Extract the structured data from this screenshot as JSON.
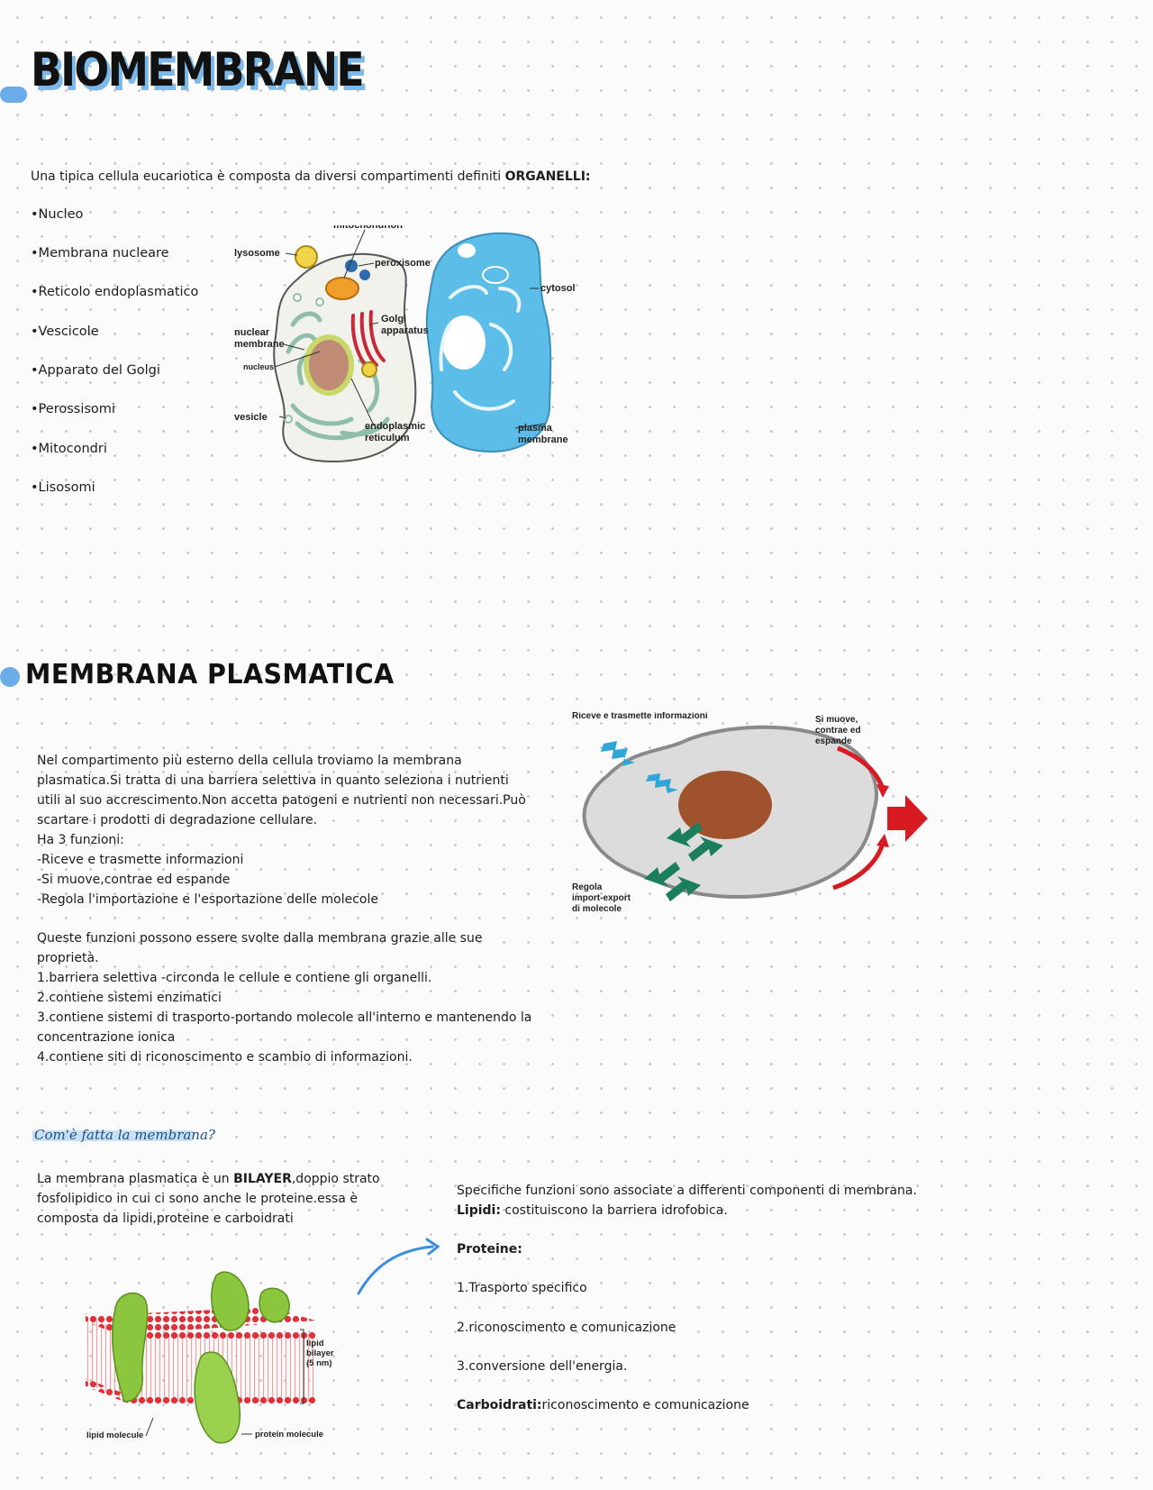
{
  "section1": {
    "title": "BIOMEMBRANE",
    "intro_prefix": "Una tipica cellula eucariotica è composta da diversi compartimenti definiti ",
    "intro_bold": "ORGANELLI:",
    "organelles": [
      "•Nucleo",
      "•Membrana nucleare",
      "•Reticolo endoplasmatico",
      "•Vescicole",
      "•Apparato del Golgi",
      "•Perossisomi",
      "•Mitocondri",
      "•Lisosomi"
    ],
    "diagram_labels": {
      "mitochondrion": "mitochondrion",
      "lysosome": "lysosome",
      "peroxisome": "peroxisome",
      "cytosol": "cytosol",
      "golgi_1": "Golgi",
      "golgi_2": "apparatus",
      "nuclear_1": "nuclear",
      "nuclear_2": "membrane",
      "nucleus": "nucleus",
      "vesicle": "vesicle",
      "er_1": "endoplasmic",
      "er_2": "reticulum",
      "plasma_1": "plasma",
      "plasma_2": "membrane"
    }
  },
  "section2": {
    "title": "MEMBRANA PLASMATICA",
    "para_lines": [
      "Nel compartimento più esterno della cellula troviamo la membrana",
      "plasmatica.Si tratta di una barriera selettiva in quanto seleziona i nutrienti",
      "utili al suo accrescimento.Non accetta patogeni e nutrienti non necessari.Può",
      "scartare i prodotti di degradazione cellulare.",
      "Ha 3 funzioni:",
      "-Riceve e trasmette informazioni",
      "-Si muove,contrae ed espande",
      "-Regola l'importazione e l'esportazione delle molecole"
    ],
    "para2_lines": [
      "Queste funzioni possono essere svolte dalla membrana grazie alle sue",
      "proprietà.",
      "1.barriera selettiva -circonda le cellule e contiene gli organelli.",
      "2.contiene sistemi enzimatici",
      "3.contiene sistemi di trasporto-portando molecole all'interno e mantenendo la",
      "concentrazione ionica",
      "4.contiene siti di riconoscimento e scambio di informazioni."
    ],
    "diagram_labels": {
      "top": "Riceve e trasmette informazioni",
      "right_1": "Si muove,",
      "right_2": "contrae ed",
      "right_3": "espande",
      "bottom_1": "Regola",
      "bottom_2": "import-export",
      "bottom_3": "di molecole"
    }
  },
  "section3": {
    "heading": "Com'è fatta la membrana?",
    "left_lines": [
      "La membrana plasmatica è un ",
      "fosfolipidico in cui ci sono anche le proteine.essa è",
      "composta da lipidi,proteine e carboidrati"
    ],
    "bilayer_bold": "BILAYER",
    "bilayer_rest": ",doppio strato",
    "diagram_labels": {
      "lipid_1": "lipid",
      "lipid_2": "bilayer",
      "lipid_3": "(5 nm)",
      "lipid_molecule": "lipid molecule",
      "protein_molecule": "protein molecule"
    },
    "right_intro": "Specifiche funzioni sono associate a differenti componenti di membrana.",
    "lipidi_label": "Lipidi:",
    "lipidi_text": " costituiscono la barriera idrofobica.",
    "proteine_label": "Proteine:",
    "proteine_items": [
      "1.Trasporto specifico",
      "2.riconoscimento e comunicazione",
      "3.conversione dell'energia."
    ],
    "carbo_label": "Carboidrati:",
    "carbo_text": "riconoscimento e comunicazione"
  },
  "colors": {
    "accent_blue": "#6aacea",
    "cytosol_blue": "#5bbde8",
    "nucleus_brown": "#a0522d",
    "arrow_red": "#d81b23",
    "arrow_green": "#1a7f5a",
    "protein_green": "#8cc63f",
    "lipid_red": "#e0303a"
  }
}
